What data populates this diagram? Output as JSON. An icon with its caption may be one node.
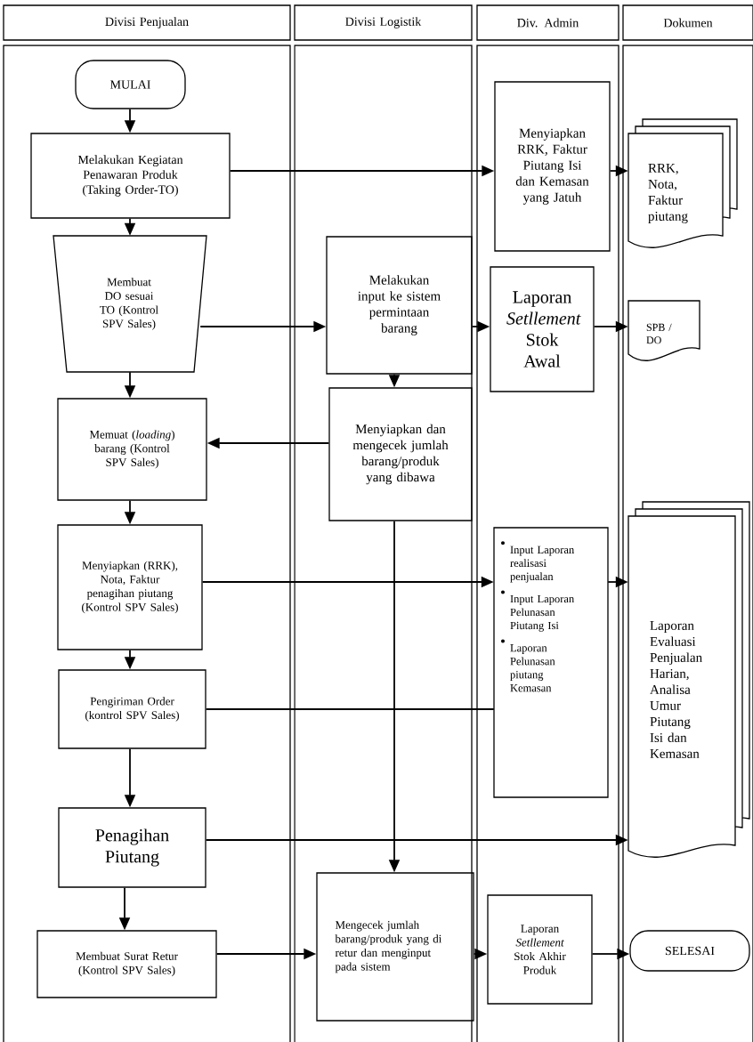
{
  "diagram": {
    "nodes": [
      {
        "text": [
          "Divisi Penjualan"
        ]
      },
      {
        "text": [
          "Divisi Logistik"
        ]
      },
      {
        "text": [
          "Div. Admin"
        ]
      },
      {
        "text": [
          "Dokumen"
        ]
      },
      {
        "text": [
          "MULAI"
        ],
        "in": 0
      },
      {
        "text": [
          "Melakukan Kegiatan Penawaran Produk (Taking Order-TO)"
        ],
        "in": 0
      },
      {
        "text": [
          "Menyiapkan RRK, Faktur Piutang Isi dan Kemasan yang Jatuh"
        ],
        "in": 2
      },
      {
        "text": [
          "RRK, Nota, Faktur piutang"
        ],
        "in": 3
      },
      {
        "text": [
          "Membuat DO sesuai TO (Kontrol SPV Sales)"
        ],
        "in": 0
      },
      {
        "text": [
          "Melakukan input ke sistem permintaan barang"
        ],
        "in": 1
      },
      {
        "text": [
          "Laporan *Setllement* Stok Awal"
        ],
        "in": 2
      },
      {
        "text": [
          "SPB / DO"
        ],
        "in": 3
      },
      {
        "text": [
          "Memuat (*loading*) barang (Kontrol SPV Sales)"
        ],
        "in": 0
      },
      {
        "text": [
          "Menyiapkan dan mengecek jumlah barang/produk yang dibawa"
        ],
        "in": 1
      },
      {
        "text": [
          "Menyiapkan (RRK), Nota, Faktur penagihan piutang (Kontrol SPV Sales)"
        ],
        "in": 0
      },
      {
        "text": [
          "Input Laporan realisasi penjualan",
          "Input Laporan Pelunasan Piutang Isi",
          "Laporan Pelunasan piutang Kemasan"
        ],
        "in": 2
      },
      {
        "text": [
          "Laporan Evaluasi Penjualan Harian, Analisa Umur Piutang Isi dan Kemasan"
        ],
        "in": 3
      },
      {
        "text": [
          "Pengiriman Order (kontrol SPV Sales)"
        ],
        "in": 0
      },
      {
        "text": [
          "Penagihan Piutang"
        ],
        "in": 0
      },
      {
        "text": [
          "Mengecek jumlah barang/produk yang di retur dan menginput pada sistem"
        ],
        "in": 1
      },
      {
        "text": [
          "Membuat Surat Retur (Kontrol SPV Sales)"
        ],
        "in": 0
      },
      {
        "text": [
          "Laporan *Setllement* Stok Akhir Produk"
        ],
        "in": 2
      },
      {
        "text": [
          "SELESAI"
        ],
        "in": 3
      }
    ],
    "edges": [
      {
        "from": 4,
        "to": 5,
        "arrow": "to"
      },
      {
        "from": 5,
        "to": 6,
        "arrow": "to"
      },
      {
        "from": 6,
        "to": 7,
        "arrow": "to"
      },
      {
        "from": 5,
        "to": 8,
        "arrow": "to"
      },
      {
        "from": 8,
        "to": 9,
        "arrow": "to"
      },
      {
        "from": 9,
        "to": 10,
        "arrow": "to"
      },
      {
        "from": 10,
        "to": 11,
        "arrow": "to"
      },
      {
        "from": 8,
        "to": 12,
        "arrow": "to"
      },
      {
        "from": 9,
        "to": 13,
        "arrow": "to"
      },
      {
        "from": 13,
        "to": 12,
        "arrow": "to"
      },
      {
        "from": 12,
        "to": 14,
        "arrow": "to"
      },
      {
        "from": 14,
        "to": 15,
        "arrow": "to"
      },
      {
        "from": 15,
        "to": 16,
        "arrow": "to"
      },
      {
        "from": 14,
        "to": 17,
        "arrow": "to"
      },
      {
        "from": 17,
        "to": 15,
        "arrow": "none"
      },
      {
        "from": 17,
        "to": 18,
        "arrow": "to"
      },
      {
        "from": 18,
        "to": 16,
        "arrow": "to"
      },
      {
        "from": 13,
        "to": 19,
        "arrow": "to"
      },
      {
        "from": 18,
        "to": 20,
        "arrow": "to"
      },
      {
        "from": 20,
        "to": 19,
        "arrow": "to"
      },
      {
        "from": 19,
        "to": 21,
        "arrow": "to"
      },
      {
        "from": 21,
        "to": 22,
        "arrow": "to"
      }
    ]
  }
}
